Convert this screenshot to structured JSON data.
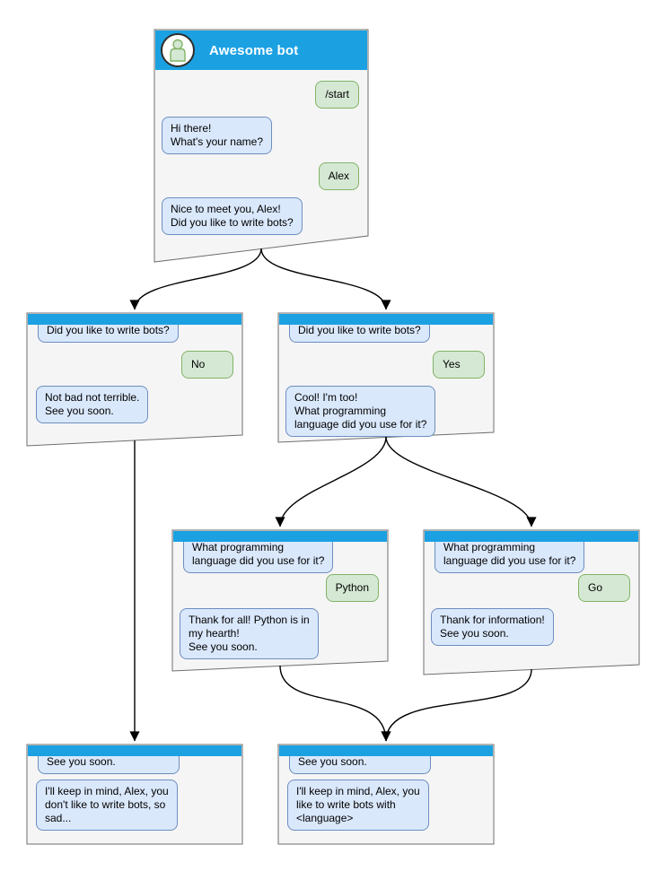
{
  "colors": {
    "titlebar_blue": "#1BA1E2",
    "window_fill": "#F5F5F5",
    "window_border": "#6E6E6E",
    "bot_bubble_fill": "#DAE8FC",
    "bot_bubble_border": "#6C8EBF",
    "user_bubble_fill": "#D5E8D4",
    "user_bubble_border": "#82B366",
    "arrow": "#000000"
  },
  "windows": {
    "main": {
      "title": "Awesome bot",
      "messages": {
        "start": "/start",
        "greet": "Hi there!\nWhat's your name?",
        "name": "Alex",
        "ask": "Nice to meet you, Alex!\nDid you like to write bots?"
      }
    },
    "branch_no": {
      "messages": {
        "q": "Did you like to write bots?",
        "a": "No",
        "r": "Not bad not terrible.\nSee you soon."
      }
    },
    "branch_yes": {
      "messages": {
        "q": "Did you like to write bots?",
        "a": "Yes",
        "r": "Cool! I'm too!\nWhat programming\nlanguage did you use for it?"
      }
    },
    "branch_python": {
      "messages": {
        "q": "What programming\nlanguage did you use for it?",
        "a": "Python",
        "r": "Thank for all! Python is in\nmy hearth!\nSee you soon."
      }
    },
    "branch_go": {
      "messages": {
        "q": "What programming\nlanguage did you use for it?",
        "a": "Go",
        "r": "Thank for information!\nSee you soon."
      }
    },
    "end_no": {
      "messages": {
        "q": "See you soon.",
        "r": "I'll keep in mind, Alex, you\ndon't like to write bots, so\nsad..."
      }
    },
    "end_yes": {
      "messages": {
        "q": "See you soon.",
        "r": "I'll keep in mind, Alex, you\nlike to write bots with\n<language>"
      }
    }
  }
}
